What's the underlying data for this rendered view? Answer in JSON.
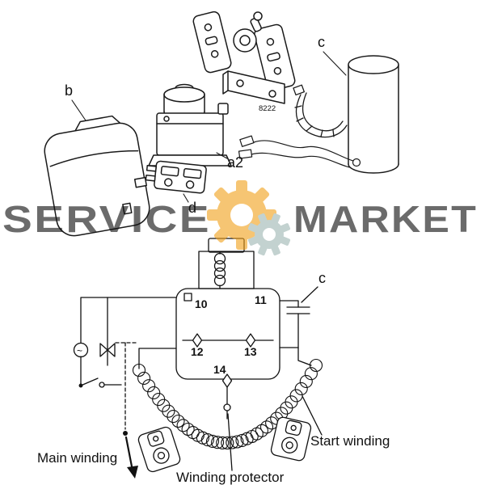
{
  "watermark": {
    "left": "SERVICE",
    "right": "MARKET"
  },
  "exploded": {
    "label_b": "b",
    "label_a2": "a2",
    "label_d": "d",
    "label_c": "c",
    "part_number": "8222"
  },
  "schematic": {
    "terminals": [
      "10",
      "11",
      "12",
      "13",
      "14"
    ],
    "cap_label": "c",
    "ac_symbol": "~",
    "main_winding": "Main winding",
    "winding_protector": "Winding protector",
    "start_winding": "Start winding"
  },
  "colors": {
    "watermark_orange": "#f2a21e",
    "watermark_teal": "#9fb7b4",
    "line_dark": "#1a1a1a"
  }
}
